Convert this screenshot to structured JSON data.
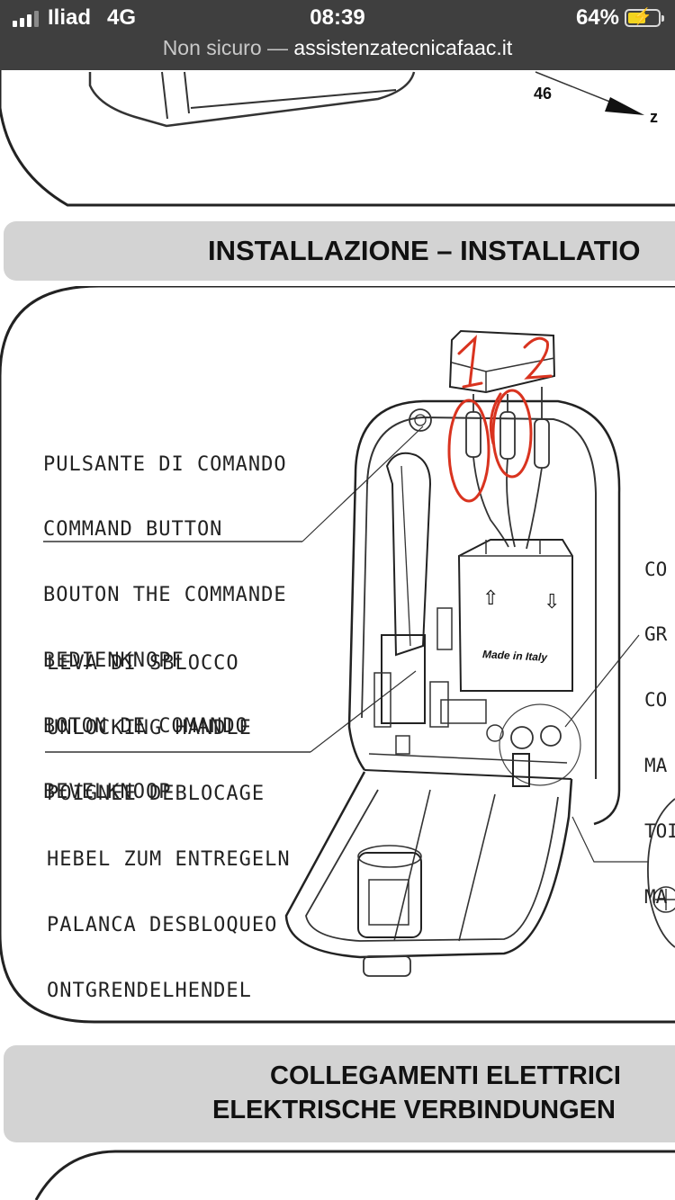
{
  "status_bar": {
    "carrier": "Iliad",
    "network": "4G",
    "time": "08:39",
    "battery": "64%",
    "battery_level": 0.64
  },
  "url_bar": {
    "insecure_label": "Non sicuro —",
    "domain": "assistenzatecnicafaac.it"
  },
  "top_figure": {
    "dimension": "46",
    "axis": "z"
  },
  "sections": {
    "installation_title": "INSTALLAZIONE – INSTALLATIO",
    "electrical_title_line1": "COLLEGAMENTI ELETTRICI",
    "electrical_title_line2": "ELEKTRISCHE VERBINDUNGEN"
  },
  "figure": {
    "handwritten_marks": [
      "1",
      "2"
    ],
    "arrow_up": "⇧",
    "arrow_down": "⇩",
    "made_in": "Made in Italy",
    "command_button_labels": [
      "PULSANTE DI COMANDO",
      "COMMAND BUTTON",
      "BOUTON THE COMMANDE",
      "BEDIENKNOPF",
      "BOTON DE COMANDO",
      "BEVELKNOOP"
    ],
    "unlocking_handle_labels": [
      "LEVA DI SBLOCCO",
      "UNLOCKING HANDLE",
      "POIGNEE DEBLOCAGE",
      "HEBEL ZUM ENTREGELN",
      "PALANCA DESBLOQUEO",
      "ONTGRENDELHENDEL"
    ],
    "right_labels": [
      "CO",
      "GR",
      "CO",
      "MA",
      "TOI",
      "MA"
    ]
  },
  "colors": {
    "status_bg": "#3f3f3f",
    "banner_bg": "#d3d3d3",
    "annotation_red": "#d9331f",
    "battery_yellow": "#f2d41f"
  }
}
